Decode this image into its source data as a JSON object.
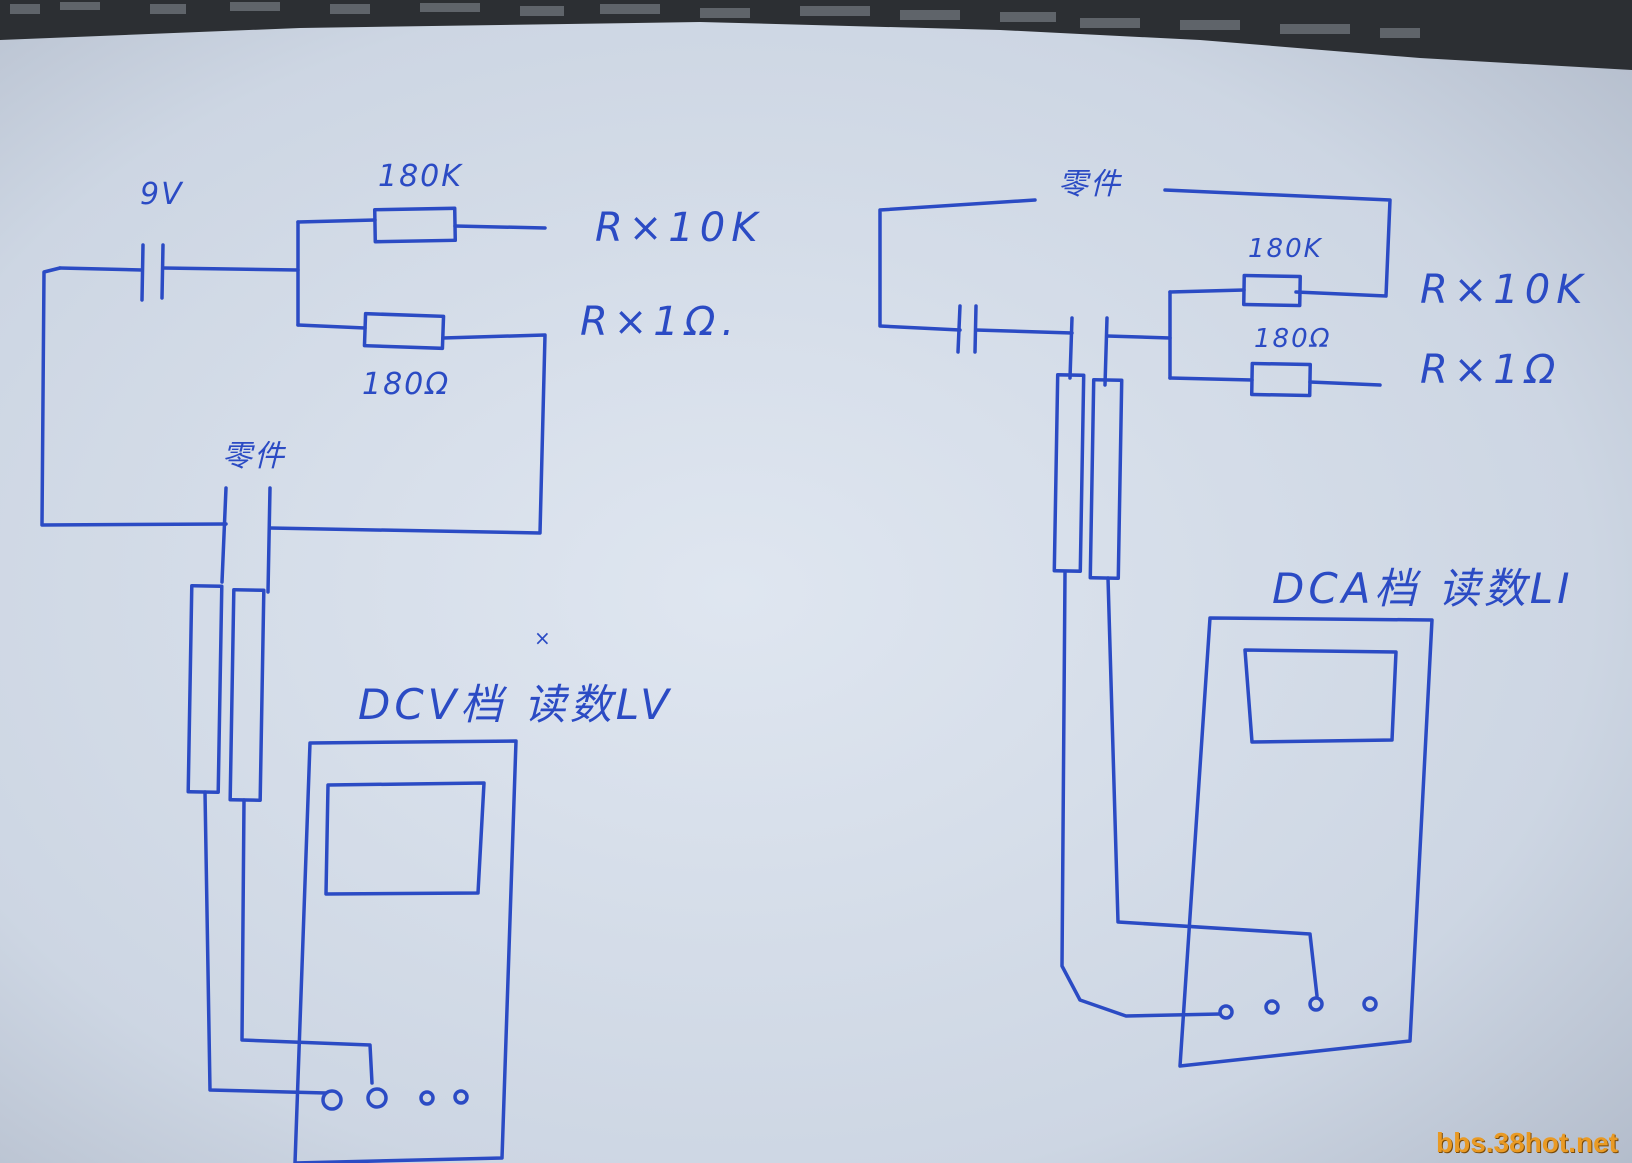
{
  "left_circuit": {
    "battery_label": "9V",
    "resistor_top_label": "180K",
    "resistor_bottom_label": "180Ω",
    "range_top_label": "R×10K",
    "range_bottom_label": "R×1Ω.",
    "component_label": "零件",
    "meter_caption": "DCV档 读数LV"
  },
  "right_circuit": {
    "component_label": "零件",
    "resistor_top_label": "180K",
    "resistor_bottom_label": "180Ω",
    "range_top_label": "R×10K",
    "range_bottom_label": "R×1Ω",
    "meter_caption": "DCA档 读数LI"
  },
  "watermark": "bbs.38hot.net",
  "colors": {
    "ink": "#2b4bc4",
    "paper": "#d2dbe8",
    "watermark": "#e99a24"
  }
}
